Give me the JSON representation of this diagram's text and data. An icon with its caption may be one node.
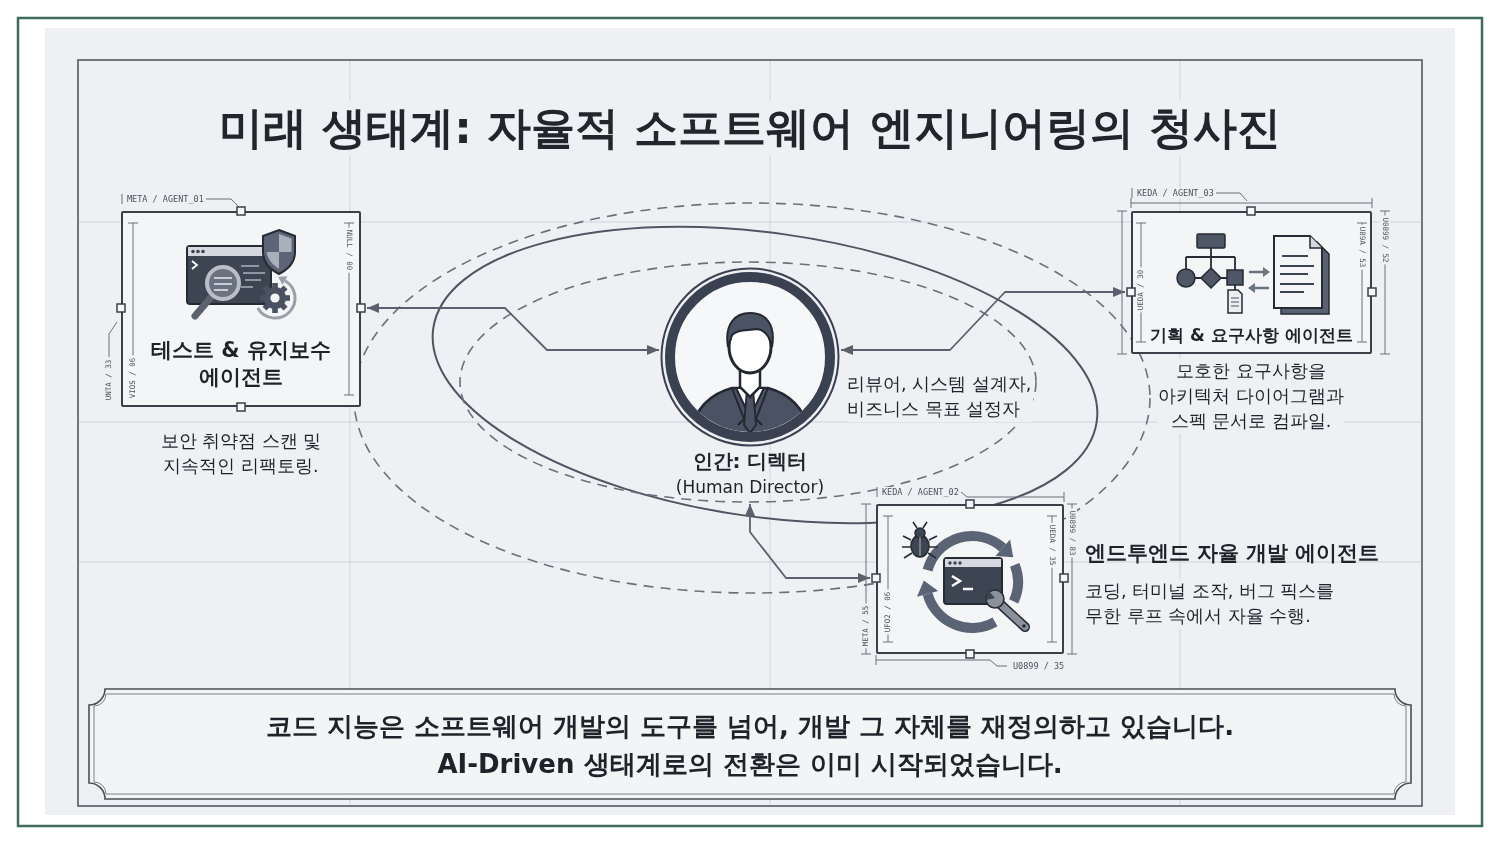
{
  "diagram": {
    "title": "미래 생태계: 자율적 소프트웨어 엔지니어링의 청사진",
    "nodes": [
      {
        "text": [
          "테스트 & 유지보수 에이전트"
        ],
        "beside": [
          "보안 취약점 스캔 및 지속적인 리팩토링."
        ]
      },
      {
        "text": [
          "인간: 디렉터",
          "(Human Director)"
        ],
        "beside": [
          "리뷰어, 시스템 설계자, 비즈니스 목표 설정자"
        ]
      },
      {
        "text": [
          "기획 & 요구사항 에이전트"
        ],
        "beside": [
          "모호한 요구사항을 아키텍처 다이어그램과 스펙 문서로 컴파일."
        ]
      },
      {
        "text": [
          "엔드투엔드 자율 개발 에이전트"
        ],
        "beside": [
          "코딩, 터미널 조작, 버그 픽스를 무한 루프 속에서 자율 수행."
        ]
      },
      {
        "text": [
          "코드 지능은 소프트웨어 개발의 도구를 넘어, 개발 그 자체를 재정의하고 있습니다. AI-Driven 생태계로의 전환은 이미 시작되었습니다."
        ]
      }
    ],
    "edges": [
      {
        "from": 0,
        "to": 1,
        "arrow": "both"
      },
      {
        "from": 1,
        "to": 2,
        "arrow": "both"
      },
      {
        "from": 1,
        "to": 3,
        "arrow": "both"
      }
    ],
    "labels": [
      "META / AGENT_01",
      "KEDA / AGENT_03",
      "NULL / 00",
      "U89A / 53",
      "U0899 / 52",
      "UEDA / 30",
      "UNTA / 33",
      "VIOS / 06",
      "KEDA / AGENT_02",
      "UEDA / 35",
      "U0899 / 83",
      "META / 55",
      "UFO2 / 06",
      "U0899 / 35"
    ]
  }
}
